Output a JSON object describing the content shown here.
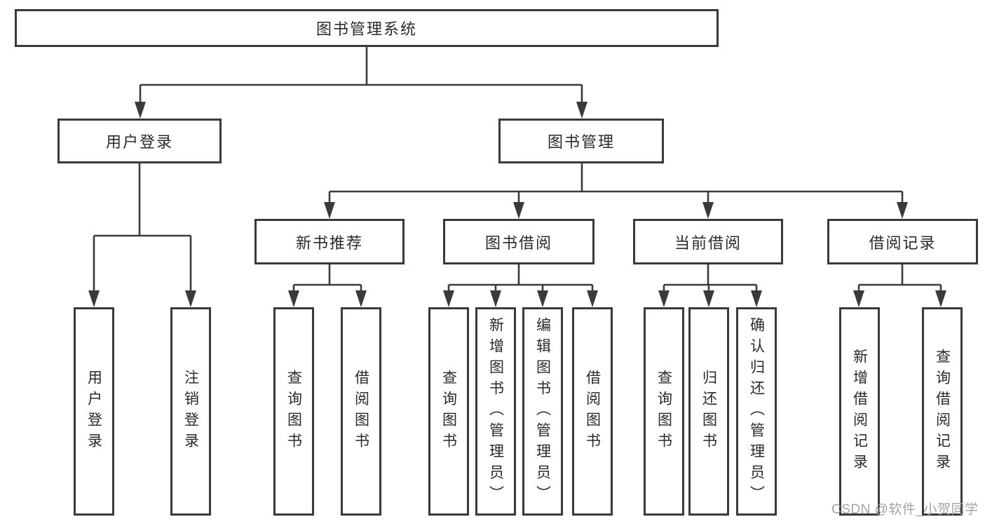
{
  "diagram": {
    "tree": {
      "root": {
        "label": "图书管理系统"
      },
      "children": [
        {
          "label": "用户登录",
          "children": [
            {
              "label": "用户登录"
            },
            {
              "label": "注销登录"
            }
          ]
        },
        {
          "label": "图书管理",
          "children": [
            {
              "label": "新书推荐",
              "children": [
                {
                  "label": "查询图书"
                },
                {
                  "label": "借阅图书"
                }
              ]
            },
            {
              "label": "图书借阅",
              "children": [
                {
                  "label": "查询图书"
                },
                {
                  "label": "新增图书（管理员）"
                },
                {
                  "label": "编辑图书（管理员）"
                },
                {
                  "label": "借阅图书"
                }
              ]
            },
            {
              "label": "当前借阅",
              "children": [
                {
                  "label": "查询图书"
                },
                {
                  "label": "归还图书"
                },
                {
                  "label": "确认归还（管理员）"
                }
              ]
            },
            {
              "label": "借阅记录",
              "children": [
                {
                  "label": "新增借阅记录"
                },
                {
                  "label": "查询借阅记录"
                }
              ]
            }
          ]
        }
      ]
    },
    "colors": {
      "line": "#3a3a3a",
      "box_border": "#3a3a3a",
      "text": "#2a2a2a",
      "watermark": "#a5a5a5",
      "background": "#ffffff"
    }
  },
  "watermark": {
    "text": "CSDN @软件_小贺同学"
  }
}
